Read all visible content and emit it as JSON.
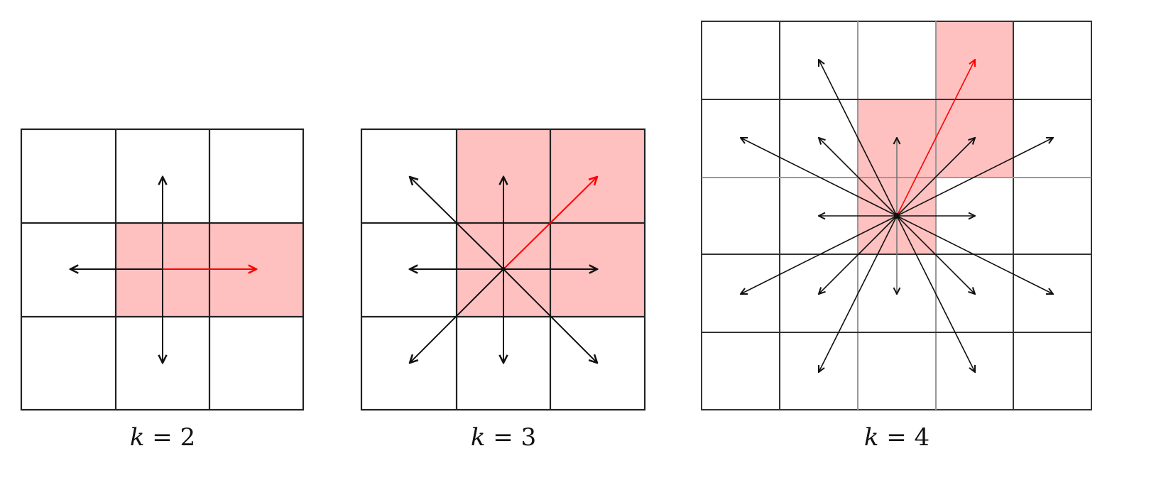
{
  "colors": {
    "highlight_fill": "#ffc0c0",
    "grid_line": "#222222",
    "arrow": "#111111",
    "selected_arrow": "#ff0000",
    "background": "#ffffff"
  },
  "panels": [
    {
      "id": "k2",
      "label": "k = 2",
      "label_var": "k",
      "label_rest": " = 2",
      "grid_size": 3,
      "directions": 4,
      "directions_list": [
        [
          1,
          0
        ],
        [
          0,
          1
        ],
        [
          -1,
          0
        ],
        [
          0,
          -1
        ]
      ],
      "selected_direction": [
        1,
        0
      ],
      "highlighted_cells": [
        [
          1,
          1
        ],
        [
          1,
          2
        ]
      ]
    },
    {
      "id": "k3",
      "label": "k = 3",
      "label_var": "k",
      "label_rest": " = 3",
      "grid_size": 3,
      "directions": 8,
      "directions_list": [
        [
          1,
          0
        ],
        [
          1,
          1
        ],
        [
          0,
          1
        ],
        [
          -1,
          1
        ],
        [
          -1,
          0
        ],
        [
          -1,
          -1
        ],
        [
          0,
          -1
        ],
        [
          1,
          -1
        ]
      ],
      "selected_direction": [
        1,
        1
      ],
      "highlighted_cells": [
        [
          0,
          1
        ],
        [
          0,
          2
        ],
        [
          1,
          1
        ],
        [
          1,
          2
        ]
      ]
    },
    {
      "id": "k4",
      "label": "k = 4",
      "label_var": "k",
      "label_rest": " = 4",
      "grid_size": 5,
      "directions": 16,
      "directions_list": [
        [
          1,
          0
        ],
        [
          2,
          1
        ],
        [
          1,
          1
        ],
        [
          1,
          2
        ],
        [
          0,
          1
        ],
        [
          -1,
          2
        ],
        [
          -1,
          1
        ],
        [
          -2,
          1
        ],
        [
          -1,
          0
        ],
        [
          -2,
          -1
        ],
        [
          -1,
          -1
        ],
        [
          -1,
          -2
        ],
        [
          0,
          -1
        ],
        [
          1,
          -2
        ],
        [
          1,
          -1
        ],
        [
          2,
          -1
        ]
      ],
      "selected_direction": [
        1,
        2
      ],
      "highlighted_cells": [
        [
          0,
          3
        ],
        [
          1,
          2
        ],
        [
          1,
          3
        ],
        [
          2,
          2
        ]
      ]
    }
  ]
}
